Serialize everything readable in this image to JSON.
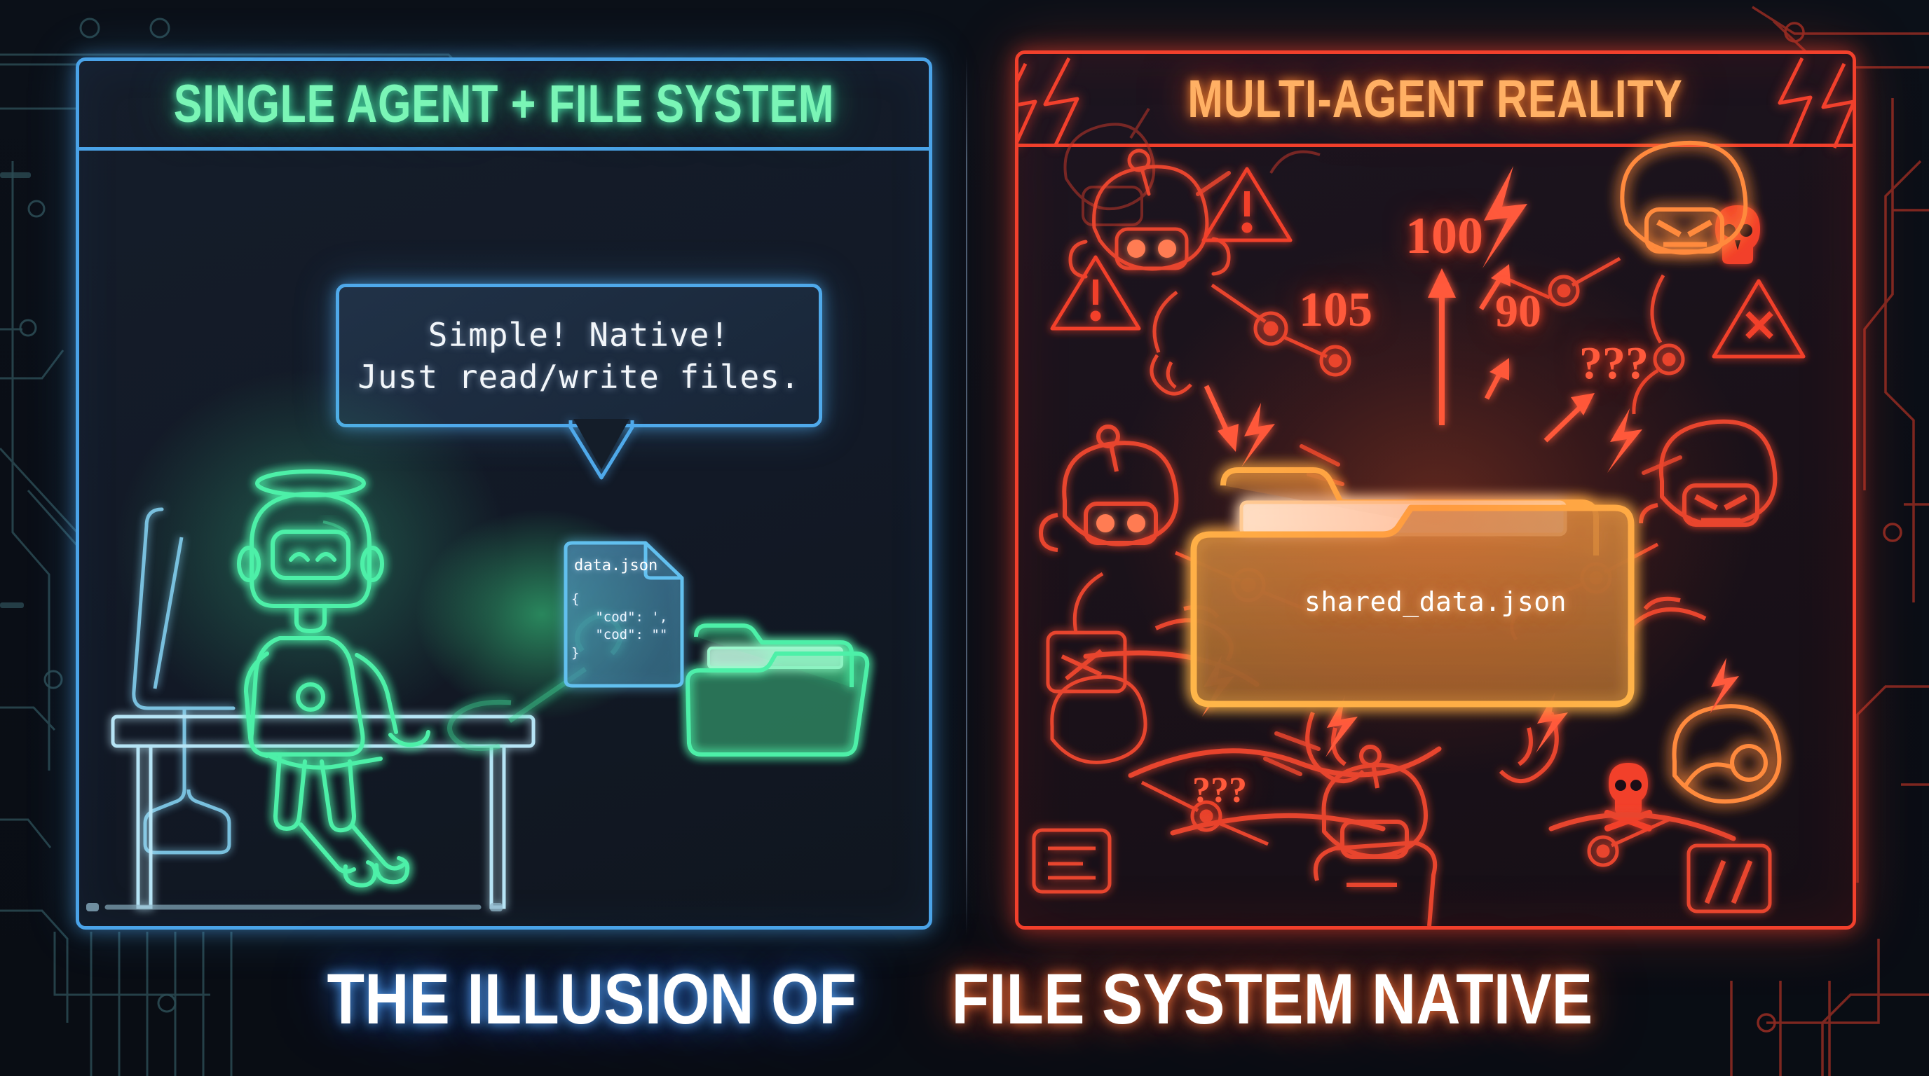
{
  "bottom_title": {
    "part_blue": "THE ILLUSION OF ",
    "part_orange": "FILE SYSTEM NATIVE",
    "full": "THE ILLUSION OF FILE SYSTEM NATIVE"
  },
  "left_panel": {
    "header": "SINGLE AGENT + FILE SYSTEM",
    "accent_color": "#4aa3e8",
    "title_color": "#7af5b6",
    "speech_bubble": {
      "line1": "Simple! Native!",
      "line2": "Just read/write files."
    },
    "file_card": {
      "name": "data.json",
      "code": "{\n   \"cod\": ',\n   \"cod\": \"\"\n}"
    },
    "icons": {
      "robot": "halo-robot-icon",
      "folder": "green-folder-icon",
      "desk": "desk-icon",
      "chair": "chair-icon"
    }
  },
  "right_panel": {
    "header": "MULTI-AGENT REALITY",
    "accent_color": "#f2402c",
    "title_color": "#ffb064",
    "folder_label": "shared_data.json",
    "chaos_numbers": [
      "100",
      "105",
      "90"
    ],
    "chaos_marks": [
      "???",
      "???"
    ],
    "icons": {
      "warning_triangle": "warning-triangle-icon",
      "warning_x": "warning-x-triangle-icon",
      "skull": "skull-icon",
      "skull_crossbones": "skull-crossbones-icon",
      "lightning": "lightning-bolt-icon",
      "robot_arm": "robot-arm-icon",
      "angry_robot": "angry-robot-icon"
    }
  },
  "background": {
    "base_color": "#0a0e16",
    "circuit_color": "#2b4a52",
    "circuit_color_right": "#8a2a22"
  }
}
